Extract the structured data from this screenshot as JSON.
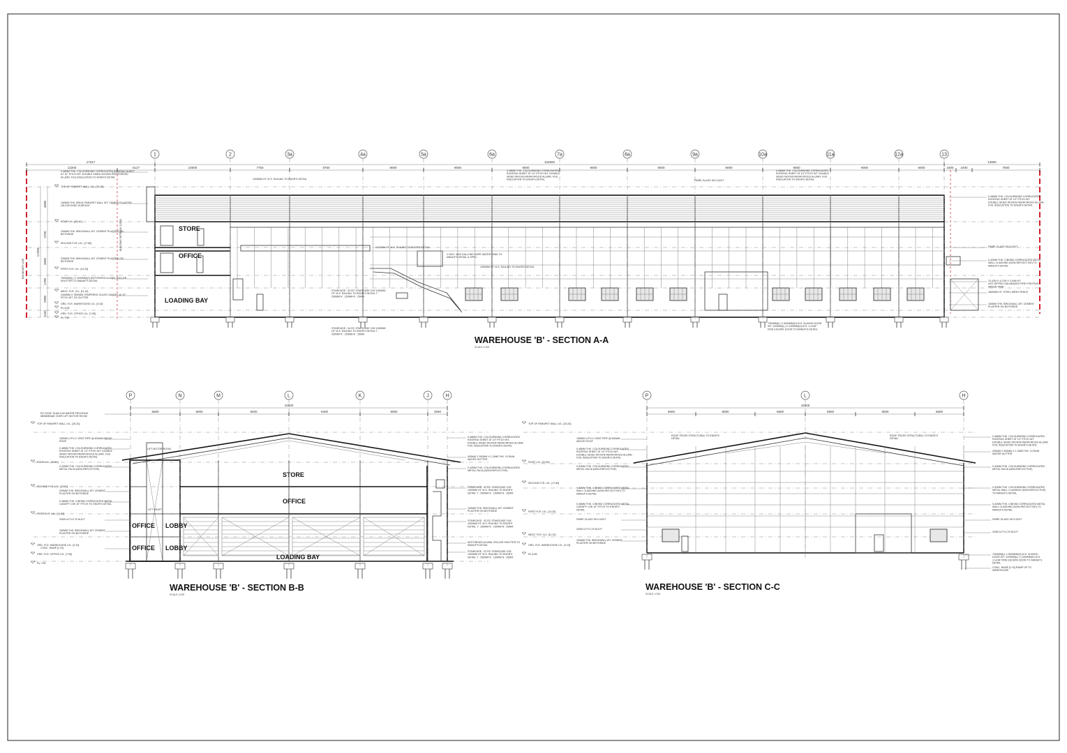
{
  "section_a": {
    "title": "WAREHOUSE 'B' - SECTION A-A",
    "scale": "SCALE 1:200",
    "grids": [
      "1",
      "2",
      "3a",
      "4a",
      "5a",
      "6a",
      "7a",
      "8a",
      "9a",
      "10a",
      "11a",
      "12a",
      "13"
    ],
    "dims_total": [
      "17317",
      "104500",
      "12800"
    ],
    "dims": [
      "12200",
      "5117",
      "10000",
      "7750",
      "8750",
      "8000",
      "9000",
      "9000",
      "9000",
      "9000",
      "9000",
      "9000",
      "9000",
      "6000",
      "1800",
      "2400",
      "7600"
    ],
    "rooms": {
      "store": "STORE",
      "office": "OFFICE",
      "loading_bay": "LOADING BAY"
    },
    "levels": [
      "TOP OF PARAPET WALL LVL. [25.20]",
      "ROOF LVL. [23.40]",
      "SECOND FLR. LVL. [17.80]",
      "FIRST FLR. LVL. [14.20]",
      "MEZZ. FLR. LVL. [11.10]",
      "GRD. FLR. WAREHOUSE LVL. [9.10]",
      "RL 8.65",
      "GRD. FLR. OFFICE LVL. [7.95]",
      "RL 7.80"
    ],
    "level_dims": [
      "4600",
      "2750",
      "3600",
      "1700",
      "2000",
      "1150",
      "17250"
    ],
    "boundary_label": "BOUNDARY LINE",
    "setback_label": "BUILDING SETBACK 12200",
    "notes_left": [
      "0.48MM THK. COLOURBOND CORRUGATED ROOFING SHEET AT 10° PITCH WT. DOUBLE SIDED WOVEN REINFORCED ALUMN. FOIL INSULATION TO ENGR'S DETAIL",
      "150MM THK. BRICK PARAPET WALL WT. CEMENT PLASTER ON EXPOSED SURFACE",
      "230MM THK. BRICKWALL WT. CEMENT PLASTER ON BOTHSIDE",
      "230MM THK. BRICKWALL WT. CEMENT PLASTER ON BOTHSIDE",
      "7500MM(L) X 4200MM(H) MOTORISED ALUMN. ROLLER SHUTTER TO MANUF'S DETAIL",
      "2450MM X 7800MM TEMPERED GLASS CANOPY @ 10° PITCH WT. SS GUTTER"
    ],
    "notes_mid": [
      "1000MM HT. M.S. RAILING TO ENGR'S DETAIL",
      "1000MM HT. M.S. RAILING TO ENGR'S DETAIL",
      "2 NOS. 4000 GALLONS HDPE WATER TANK TO MANUF'S DETAIL & SPEC.",
      "1000MM HT. M.S. RAILING TO ENGR'S DETAIL",
      "STAIRCASE - 04 RC STAIRCASE C/W 1000MM HT. M.S. RAILING TO ENGR'S DETAIL T : 250MM R : 150MM N : 25MM",
      "STAIRCASE - 04 RC STAIRCASE C/W 1000MM HT. M.S. RAILING TO ENGR'S DETAIL T : 250MM R : 150MM N : 25MM",
      "0.48MM THK. COLOURBOND CORRUGATED ROOFING SHEET AT 10° PITCH WT. DOUBLE SIDED WOVEN REINFORCED ALUMN. FOIL INSULATION TO ENGR'S DETAIL",
      "FIBRE GLASS SKYLIGHT",
      "0.48MM THK. COLOURBOND CORRUGATED ROOFING SHEET AT 10° PITCH WT. DOUBLE SIDED WOVEN REINFORCED ALUMN. FOIL INSULATION TO ENGR'S DETAIL",
      "7000MM(L) X 5000MM(H) M.S. SLIDING DOOR WT. 1200MM(L) X 2400MM(H) M.S. 1-LEAF FIRE ESCAPE DOOR TO MANUF'S DETAIL"
    ],
    "notes_right": [
      "0.48MM THK. COLOURBOND CORRUGATED ROOFING SHEET AT 10° PITCH WT. DOUBLE SIDED WOVEN REINFORCED ALUMN. FOIL INSULATION TO ENGR'S DETAIL",
      "FIBRE GLASS SKYLIGHT",
      "0.42MM THK. C/BOND CORRUGATED METAL WALL CLADDING (NON-REFLECTIVE) TO MANUF'S DETAIL",
      "13.42M X 4.27M X 3.04M HT. HOT-DIPPED GALVANIZED FIRE FIGHTING WATER TANK",
      "1800MM HT. STEEL MESH FENCE",
      "150MM THK. BRICKWALL WT. CEMENT PLASTER ON BOTHSIDE"
    ]
  },
  "section_b": {
    "title": "WAREHOUSE 'B' - SECTION B-B",
    "scale": "SCALE 1:200",
    "grids": [
      "P",
      "N",
      "M",
      "L",
      "K",
      "J",
      "H"
    ],
    "dims_total": [
      "42500"
    ],
    "dims": [
      "6600",
      "5000",
      "9400",
      "9400",
      "9050",
      "2550"
    ],
    "rooms": {
      "store": "STORE",
      "office": "OFFICE",
      "loading_bay": "LOADING BAY",
      "office_1": "OFFICE",
      "office_2": "OFFICE",
      "lobby_1": "LOBBY",
      "lobby_2": "LOBBY",
      "lift_motor": "LIFT MOTOR ROOM",
      "lift_shaft": "LIFT SHAFT"
    },
    "levels": [
      "TOP OF PARAPET WALL LVL. [25.20]",
      "ROOF LVL. [20.80]",
      "SECOND FLR. LVL. [17.80]",
      "FIRST FLR. LVL. [14.20]",
      "GRD. FLR. WAREHOUSE LVL. [9.10]",
      "GRD. FLR. OFFICE LVL. [7.95]",
      "RL 7.80"
    ],
    "notes_left": [
      "RC ROOF SLAB C/W WATER PROOFING MEMBRANE OVER LIFT MOTOR ROOM",
      "150MM U.P.V.C VENT PIPE @ 600MM ABOVE ROOF",
      "0.48MM THK. COLOURBOND CORRUGATED ROOFING SHEET AT 10° PITCH WT. DOUBLE SIDED WOVEN REINFORCED ALUMN. FOIL INSULATION TO ENGR'S DETAIL",
      "0.42MM THK. COLOURBOND CORRUGATED METAL FACIA (NON-REFLECTIVE)",
      "230MM THK. BRICKWALL WT. CEMENT PLASTER ON BOTHSIDE",
      "0.48MM THK. C/BOND CORRUGATED METAL CANOPY C/W 10° PITCH TO ENGR'S DETAIL",
      "200Ø U.P.V.C.R.W.D.P",
      "150MM THK. BRICKWALL WT. CEMENT PLASTER ON BOTHSIDE",
      "CONC. RAMP [1:10]"
    ],
    "notes_right": [
      "0.48MM THK. COLOURBOND CORRUGATED ROOFING SHEET AT 10° PITCH WT. DOUBLE SIDED WOVEN REINFORCED ALUMN. FOIL INSULATION TO ENGR'S DETAIL",
      "400MM X 300MM X 1.2MM THK. GI RAIN WATER GUTTER",
      "0.42MM THK. COLOURBOND CORRUGATED METAL FACIA (NON-REFLECTIVE)",
      "STAIRCASE - 02 RC STAIRCASE C/W 1000MM HT. M.S. RAILING TO ENGR'S DETAIL T : 250MM R : 150MM N : 25MM",
      "150MM THK. BRICKWALL WT. CEMENT PLASTER ON BOTHSIDE",
      "STAIRCASE - 02 RC STAIRCASE C/W 1000MM HT. M.S. RAILING TO ENGR'S DETAIL T : 250MM R : 150MM N : 25MM",
      "MOTORISED ALUMN. ROLLER SHUTTER TO MANUF'S DETAIL",
      "STAIRCASE - 02 RC STAIRCASE C/W 1000MM HT. M.S. RAILING TO ENGR'S DETAIL T : 250MM R : 150MM N : 25MM"
    ]
  },
  "section_c": {
    "title": "WAREHOUSE 'B' - SECTION C-C",
    "scale": "SCALE 1:200",
    "grids": [
      "P",
      "L",
      "H"
    ],
    "dims_total": [
      "42800"
    ],
    "dims": [
      "6500",
      "8000",
      "6500",
      "6500",
      "8000",
      "6500"
    ],
    "levels": [
      "TOP OF PARAPET WALL LVL. [25.20]",
      "ROOF LVL. [20.80]",
      "SECOND FLR. LVL. [17.80]",
      "FIRST FLR. LVL. [14.20]",
      "MEZZ. FLR. LVL. [11.10]",
      "GRD. FLR. WAREHOUSE LVL. [9.10]",
      "RL 8.65"
    ],
    "notes_left": [
      "150MM U.P.V.C VENT PIPE @ 600MM ABOVE ROOF",
      "0.48MM THK. COLOURBOND CORRUGATED ROOFING SHEET AT 10° PITCH WT. DOUBLE SIDED WOVEN REINFORCED ALUMN. FOIL INSULATION TO ENGR'S DETAIL",
      "0.42MM THK. COLOURBOND CORRUGATED METAL FACIA (NON-REFLECTIVE)",
      "0.42MM THK. C/BOND CORRUGATED METAL WALL CLADDING (NON-REFLECTIVE) TO MANUF'S DETAIL",
      "0.48MM THK. C/BOND CORRUGATED METAL CANOPY C/W 10° PITCH TO ENGR'S DETAIL",
      "FIBRE GLASS SKYLIGHT",
      "200Ø U.P.V.C.R.W.D.P",
      "150MM THK. BRICKWALL WT. CEMENT PLASTER ON BOTHSIDE",
      "ROOF TRUSS STRUCTURAL TO ENGR'S DETAIL"
    ],
    "notes_right": [
      "ROOF TRUSS STRUCTURAL TO ENGR'S DETAIL",
      "0.48MM THK. COLOURBOND CORRUGATED ROOFING SHEET AT 10° PITCH WT. DOUBLE SIDED WOVEN REINFORCED ALUMN. FOIL INSULATION TO ENGR'S DETAIL",
      "400MM X 300MM X 1.2MM THK. GI RAIN WATER GUTTER",
      "0.42MM THK. COLOURBOND CORRUGATED METAL FACIA (NON-REFLECTIVE)",
      "0.42MM THK. COLOURBOND CORRUGATED METAL WALL CLADDING (NON-REFLECTIVE) TO MANUF'S DETAIL",
      "0.42MM THK. C/BOND CORRUGATED METAL WALL CLADDING (NON-REFLECTIVE) TO MANUF'S DETAIL",
      "FIBRE GLASS SKYLIGHT",
      "200Ø U.P.V.C.R.W.D.P",
      "7000MM(L) X 5000MM(H) M.S. SLIDING DOOR WT. 1200MM(L) X 2400MM(H) M.S. 1-LEAF FIRE ESCAPE DOOR TO MANUF'S DETAIL",
      "CONC. RAMP [1:10] RAMP UP TO WAREHOUSE"
    ]
  },
  "colors": {
    "boundary": "#d0202a",
    "line": "#333333"
  }
}
